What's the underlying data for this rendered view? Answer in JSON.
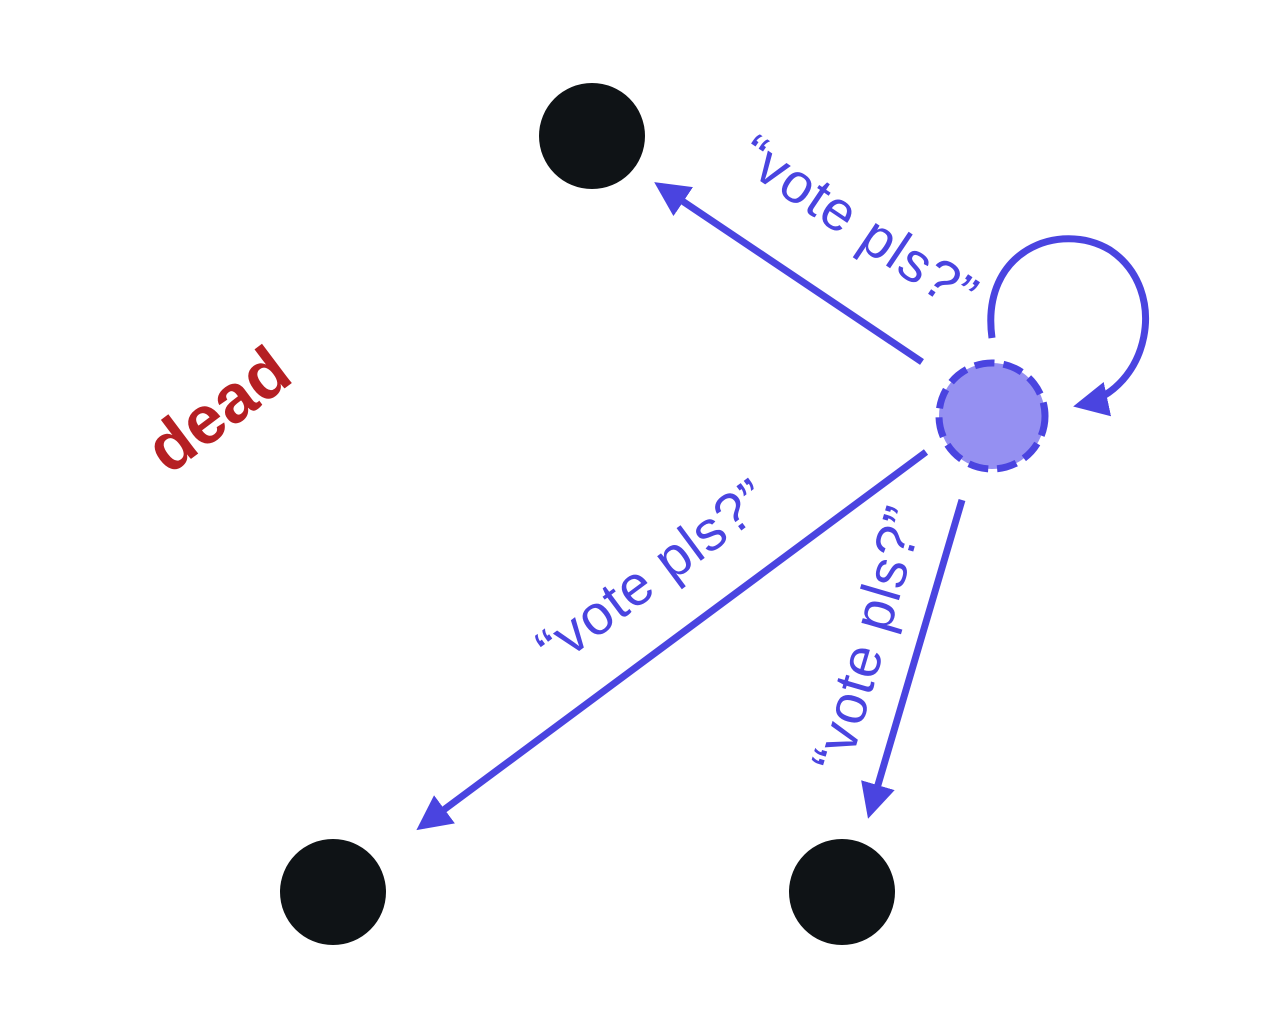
{
  "colors": {
    "background": "#ffffff",
    "node": "#0f1316",
    "candidate_fill": "#9590f2",
    "candidate_stroke": "#4a44e0",
    "message": "#4a44e0",
    "dead": "#b51f23"
  },
  "state_label": "dead",
  "nodes": [
    {
      "id": "top",
      "kind": "peer"
    },
    {
      "id": "bottom-left",
      "kind": "peer"
    },
    {
      "id": "bottom-right",
      "kind": "peer"
    },
    {
      "id": "candidate",
      "kind": "candidate",
      "style": "dashed"
    }
  ],
  "edges": [
    {
      "from": "candidate",
      "to": "top",
      "label": "“vote pls?”"
    },
    {
      "from": "candidate",
      "to": "bottom-left",
      "label": "“vote pls?”"
    },
    {
      "from": "candidate",
      "to": "bottom-right",
      "label": "“vote pls?”"
    },
    {
      "from": "candidate",
      "to": "candidate",
      "label": ""
    }
  ]
}
